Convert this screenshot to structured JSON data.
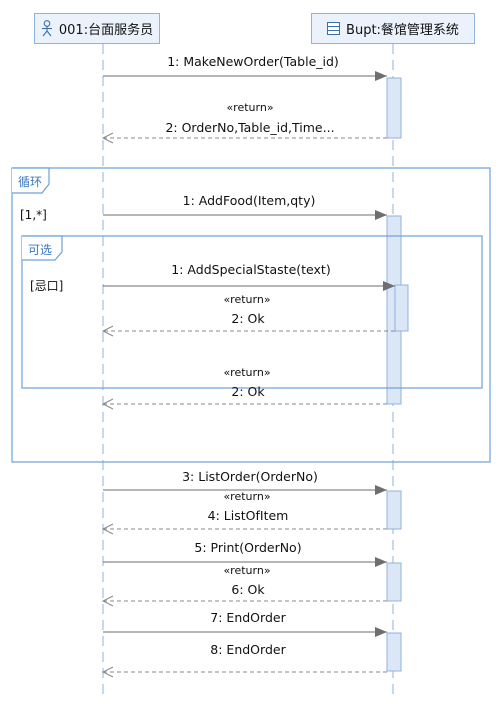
{
  "participants": [
    {
      "name": "001:台面服务员",
      "icon": "actor-icon"
    },
    {
      "name": "Bupt:餐馆管理系统",
      "icon": "class-icon"
    }
  ],
  "fragments": {
    "loop": {
      "label": "循环",
      "guard": "[1,*]"
    },
    "opt": {
      "label": "可选",
      "guard": "[忌口]"
    }
  },
  "messages": [
    {
      "text": "1: MakeNewOrder(Table_id)"
    },
    {
      "stereotype": "«return»",
      "text": "2: OrderNo,Table_id,Time..."
    },
    {
      "text": "1: AddFood(Item,qty)"
    },
    {
      "text": "1: AddSpecialStaste(text)"
    },
    {
      "stereotype": "«return»",
      "text": "2: Ok"
    },
    {
      "stereotype": "«return»",
      "text": "2: Ok"
    },
    {
      "text": "3: ListOrder(OrderNo)"
    },
    {
      "stereotype": "«return»",
      "text": "4: ListOfItem"
    },
    {
      "text": "5: Print(OrderNo)"
    },
    {
      "stereotype": "«return»",
      "text": "6: Ok"
    },
    {
      "text": "7: EndOrder"
    },
    {
      "text": "8: EndOrder"
    }
  ],
  "colors": {
    "line": "#8fb3e0",
    "arrow": "#7a7a7a",
    "activation": "#dbe7f6",
    "fragment": "#6ea0d8"
  }
}
